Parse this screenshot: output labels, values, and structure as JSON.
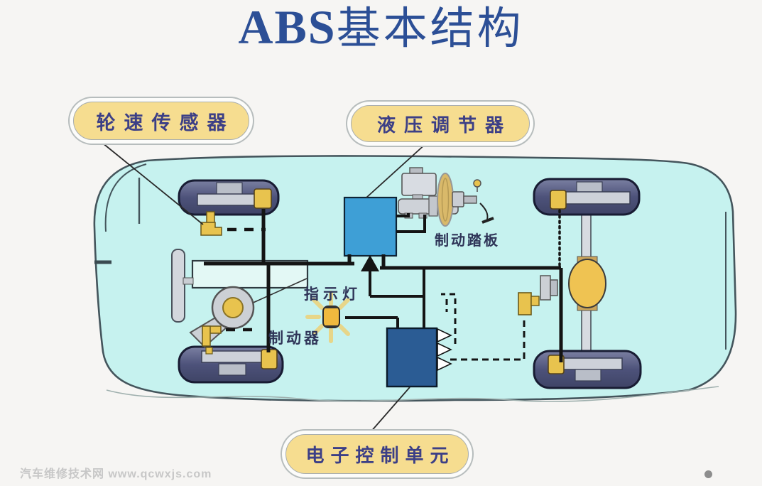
{
  "title": {
    "latin": "ABS",
    "cjk": "基本结构"
  },
  "badges": {
    "wheel_speed_sensor": "轮速传感器",
    "hydraulic_modulator": "液压调节器",
    "ecu": "电子控制单元"
  },
  "component_labels": {
    "brake_pedal": "制动踏板",
    "indicator_lamp": "指示灯",
    "brake": "制动器"
  },
  "watermark": "汽车维修技术网 www.qcwxjs.com",
  "colors": {
    "title_text": "#2c4f96",
    "badge_fill": "#f6dd90",
    "badge_text": "#3c3f86",
    "car_body": "#c6f2ef",
    "wheel": "#555b80",
    "hydraulic_unit": "#3e9fd6",
    "ecu_box": "#2b5c94",
    "sensor_yellow": "#e8c34e",
    "differential": "#efc352",
    "wiring": "#141414"
  },
  "icons": {
    "indicator_lamp": "starburst-bulb",
    "ecu_connectors": "triangle-arrows",
    "wheel_sensors": "yellow-pickup-blocks"
  }
}
